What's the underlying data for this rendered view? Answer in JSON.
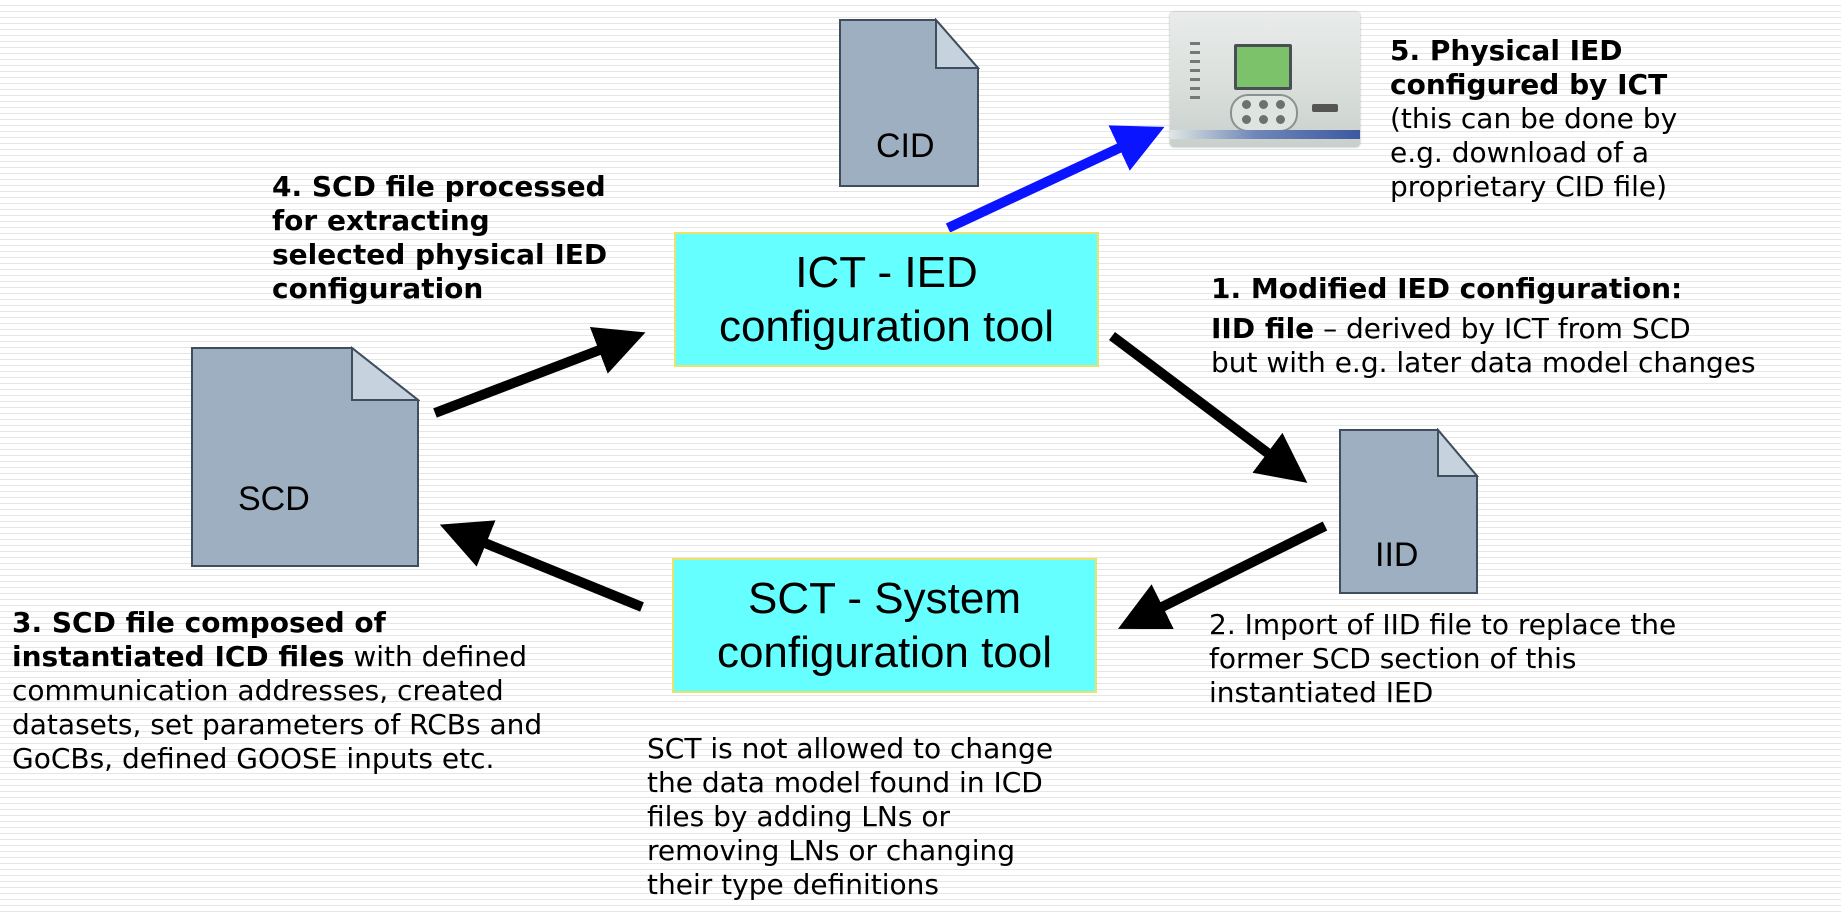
{
  "documents": {
    "cid": "CID",
    "scd": "SCD",
    "iid": "IID"
  },
  "tools": {
    "ict": {
      "line1": "ICT - IED",
      "line2": "configuration tool"
    },
    "sct": {
      "line1": "SCT - System",
      "line2": "configuration tool"
    }
  },
  "device_icon": "protection-relay-icon",
  "colors": {
    "tool_fill": "#66ffff",
    "document_fill": "#9dafc0",
    "arrow": "#000000",
    "highlight_arrow": "#0a14ff"
  },
  "notes": {
    "step1": {
      "title": "1. Modified IED configuration:",
      "bold_lead": "IID file",
      "line1_rest": " – derived by ICT from SCD",
      "line2": "but with e.g. later data model changes"
    },
    "step2": {
      "line1": "2. Import of IID file to replace the",
      "line2": "former SCD section of this",
      "line3": "instantiated IED"
    },
    "step3": {
      "bold1": "3. SCD file composed of",
      "bold2": "instantiated ICD files",
      "line2_rest": " with defined",
      "line3": "communication addresses, created",
      "line4": "datasets, set parameters of RCBs and",
      "line5": "GoCBs, defined GOOSE inputs etc."
    },
    "step4": {
      "line1": "4. SCD file processed",
      "line2": "for extracting",
      "line3": "selected physical IED",
      "line4": "configuration"
    },
    "step5": {
      "line1": "5. Physical IED",
      "line2": "configured by ICT",
      "line3": "(this can be done by",
      "line4": "e.g. download of a",
      "line5": "proprietary CID file)"
    },
    "sct_note": {
      "line1": "SCT is not allowed to change",
      "line2": "the data model found in ICD",
      "line3": "files by adding LNs or",
      "line4": "removing LNs or changing",
      "line5": "their type definitions"
    }
  }
}
